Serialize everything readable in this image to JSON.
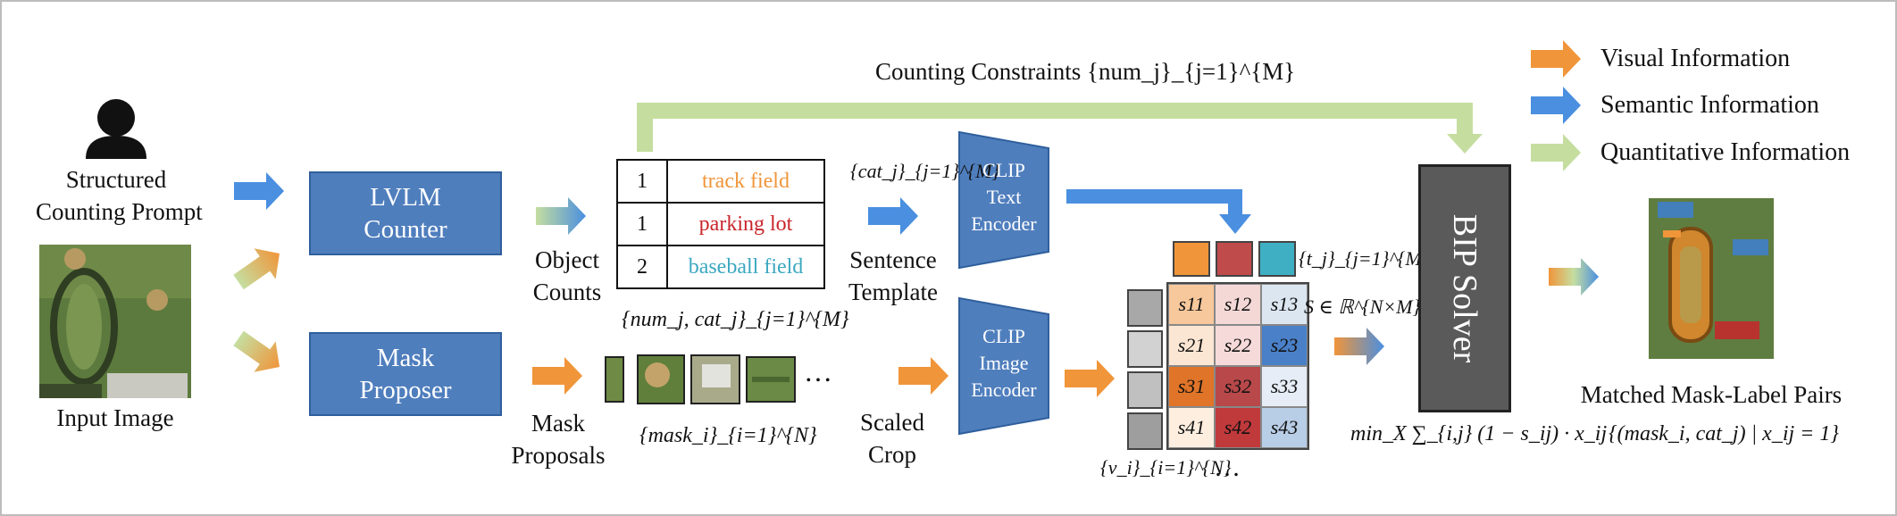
{
  "colors": {
    "visual": "#f0953a",
    "semantic": "#4a8fe0",
    "quantitative": "#c5dea0",
    "box": "#4f7ebd",
    "solver": "#5a5a5a"
  },
  "left": {
    "prompt_label_1": "Structured",
    "prompt_label_2": "Counting Prompt",
    "image_label": "Input Image",
    "user_icon": "person-icon"
  },
  "counter": {
    "line1": "LVLM",
    "line2": "Counter"
  },
  "proposer": {
    "line1": "Mask",
    "line2": "Proposer"
  },
  "counts": {
    "label_1": "Object",
    "label_2": "Counts",
    "set": "{num_j, cat_j}_{j=1}^{M}",
    "rows": [
      {
        "num": "1",
        "cat": "track field",
        "color": "#f0953a"
      },
      {
        "num": "1",
        "cat": "parking lot",
        "color": "#c8262b"
      },
      {
        "num": "2",
        "cat": "baseball field",
        "color": "#3ba8c0"
      }
    ]
  },
  "constraint": {
    "text": "Counting Constraints {num_j}_{j=1}^{M}"
  },
  "masks": {
    "label_1": "Mask",
    "label_2": "Proposals",
    "set": "{mask_i}_{i=1}^{N}",
    "ellipsis": "…"
  },
  "sentence": {
    "set": "{cat_j}_{j=1}^{M}",
    "label_1": "Sentence",
    "label_2": "Template"
  },
  "scaled": {
    "label_1": "Scaled",
    "label_2": "Crop"
  },
  "text_encoder": {
    "line1": "CLIP",
    "line2": "Text",
    "line3": "Encoder"
  },
  "image_encoder": {
    "line1": "CLIP",
    "line2": "Image",
    "line3": "Encoder"
  },
  "similarity": {
    "t_set": "{t_j}_{j=1}^{M}",
    "v_set": "{v_i}_{i=1}^{N}",
    "s_def": "S ∈ ℝ^{N×M}",
    "ellipsis": "…",
    "cells": [
      [
        "s11",
        "s12",
        "s13"
      ],
      [
        "s21",
        "s22",
        "s23"
      ],
      [
        "s31",
        "s32",
        "s33"
      ],
      [
        "s41",
        "s42",
        "s43"
      ]
    ]
  },
  "solver": {
    "label": "BIP Solver",
    "objective": "min_X ∑_{i,j} (1 − s_ij) · x_ij"
  },
  "output": {
    "label": "Matched Mask-Label Pairs",
    "set": "{(mask_i, cat_j) | x_ij = 1}"
  },
  "legend": [
    {
      "label": "Visual Information",
      "color": "#f0953a"
    },
    {
      "label": "Semantic Information",
      "color": "#4a8fe0"
    },
    {
      "label": "Quantitative Information",
      "color": "#c5dea0"
    }
  ]
}
